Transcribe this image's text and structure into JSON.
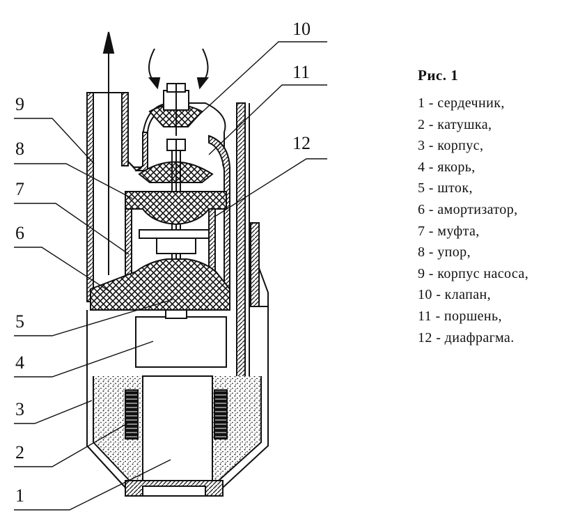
{
  "figure": {
    "title": "Рис.  1",
    "legend": [
      "1 - сердечник,",
      "2 - катушка,",
      "3 - корпус,",
      "4 - якорь,",
      "5 - шток,",
      "6 - амортизатор,",
      "7 - муфта,",
      "8 - упор,",
      "9 - корпус насоса,",
      "10 - клапан,",
      "11 - поршень,",
      "12 - диафрагма."
    ]
  },
  "callouts": {
    "n1": "1",
    "n2": "2",
    "n3": "3",
    "n4": "4",
    "n5": "5",
    "n6": "6",
    "n7": "7",
    "n8": "8",
    "n9": "9",
    "n10": "10",
    "n11": "11",
    "n12": "12"
  }
}
